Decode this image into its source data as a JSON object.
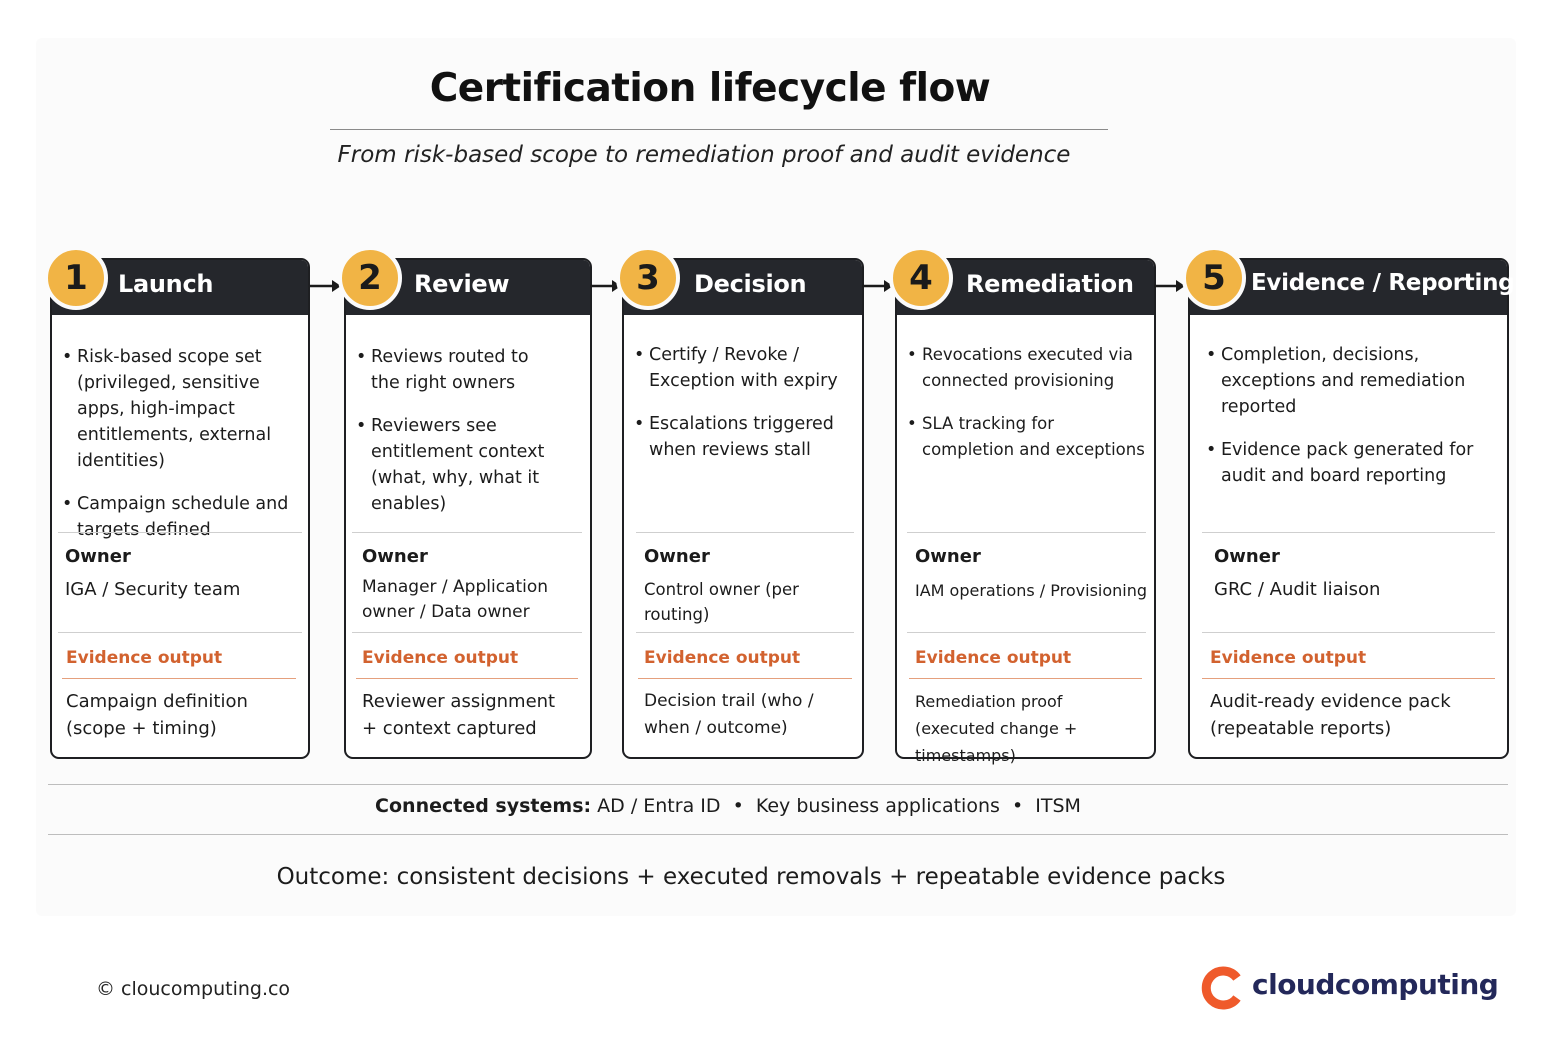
{
  "title": "Certification lifecycle flow",
  "subtitle": "From risk-based scope to remediation proof and audit evidence",
  "colors": {
    "badge": "#f1b445",
    "header": "#25272c",
    "evidence_label": "#d2622f",
    "logo_orange": "#ef5a2b",
    "logo_text": "#23285a"
  },
  "steps": [
    {
      "number": "1",
      "title": "Launch",
      "bullets": [
        "Risk-based scope set (privileged, sensitive apps, high-impact entitlements, external identities)",
        "Campaign schedule and targets defined"
      ],
      "owner_label": "Owner",
      "owner": "IGA / Security team",
      "evidence_label": "Evidence output",
      "evidence": "Campaign definition (scope + timing)"
    },
    {
      "number": "2",
      "title": "Review",
      "bullets": [
        "Reviews routed to the right owners",
        "Reviewers see entitlement context (what, why, what it enables)"
      ],
      "owner_label": "Owner",
      "owner": "Manager / Application owner / Data owner",
      "evidence_label": "Evidence output",
      "evidence": "Reviewer assignment + context captured"
    },
    {
      "number": "3",
      "title": "Decision",
      "bullets": [
        "Certify / Revoke / Exception with expiry",
        "Escalations triggered when reviews stall"
      ],
      "owner_label": "Owner",
      "owner": "Control owner (per routing)",
      "evidence_label": "Evidence output",
      "evidence": "Decision trail (who / when / outcome)"
    },
    {
      "number": "4",
      "title": "Remediation",
      "bullets": [
        "Revocations executed via connected provisioning",
        "SLA tracking for completion and exceptions"
      ],
      "owner_label": "Owner",
      "owner": "IAM operations / Provisioning",
      "evidence_label": "Evidence output",
      "evidence": "Remediation proof (executed change + timestamps)"
    },
    {
      "number": "5",
      "title": "Evidence / Reporting",
      "bullets": [
        "Completion, decisions, exceptions and remediation reported",
        "Evidence pack generated for audit and board reporting"
      ],
      "owner_label": "Owner",
      "owner": "GRC / Audit liaison",
      "evidence_label": "Evidence output",
      "evidence": "Audit-ready evidence pack (repeatable reports)"
    }
  ],
  "connected_systems": {
    "label": "Connected systems:",
    "value": "AD / Entra ID  •  Key business applications  •  ITSM"
  },
  "outcome": "Outcome: consistent decisions + executed removals + repeatable evidence packs",
  "footer": {
    "copyright": "© cloucomputing.co",
    "logo_text": "cloudcomputing"
  }
}
